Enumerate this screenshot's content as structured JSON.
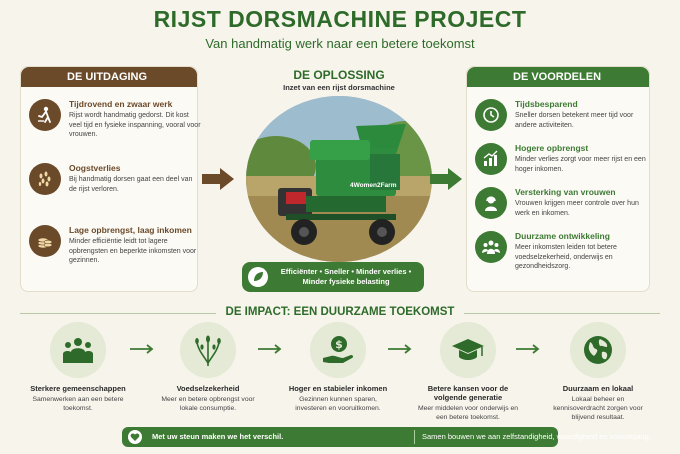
{
  "header": {
    "title": "RIJST DORSMACHINE PROJECT",
    "subtitle": "Van handmatig werk naar een betere toekomst"
  },
  "challenge": {
    "heading": "DE UITDAGING",
    "items": [
      {
        "icon": "farmer-icon",
        "title": "Tijdrovend en zwaar werk",
        "desc": "Rijst wordt handmatig gedorst. Dit kost veel tijd en fysieke inspanning, vooral voor vrouwen."
      },
      {
        "icon": "grain-icon",
        "title": "Oogstverlies",
        "desc": "Bij handmatig dorsen gaat een deel van de rijst verloren."
      },
      {
        "icon": "coins-icon",
        "title": "Lage opbrengst, laag inkomen",
        "desc": "Minder efficiëntie leidt tot lagere opbrengsten en beperkte inkomsten voor gezinnen."
      }
    ]
  },
  "solution": {
    "heading": "DE OPLOSSING",
    "subheading": "Inzet van een rijst dorsmachine",
    "machine_label": "4Women2Farm",
    "benefit_line_1": "Efficiënter • Sneller • Minder verlies •",
    "benefit_line_2": "Minder fysieke belasting"
  },
  "benefits": {
    "heading": "DE VOORDELEN",
    "items": [
      {
        "icon": "clock-icon",
        "title": "Tijdsbesparend",
        "desc": "Sneller dorsen betekent meer tijd voor andere activiteiten."
      },
      {
        "icon": "growth-chart-icon",
        "title": "Hogere opbrengst",
        "desc": "Minder verlies zorgt voor meer rijst en een hoger inkomen."
      },
      {
        "icon": "woman-icon",
        "title": "Versterking van vrouwen",
        "desc": "Vrouwen krijgen meer controle over hun werk en inkomen."
      },
      {
        "icon": "community-icon",
        "title": "Duurzame ontwikkeling",
        "desc": "Meer inkomsten leiden tot betere voedselzekerheid, onderwijs en gezondheidszorg."
      }
    ]
  },
  "impact": {
    "heading": "DE IMPACT: EEN DUURZAME TOEKOMST",
    "items": [
      {
        "icon": "people-icon",
        "title": "Sterkere gemeenschappen",
        "desc": "Samenwerken aan een betere toekomst."
      },
      {
        "icon": "rice-plant-icon",
        "title": "Voedselzekerheid",
        "desc": "Meer en betere opbrengst voor lokale consumptie."
      },
      {
        "icon": "money-hand-icon",
        "title": "Hoger en stabieler inkomen",
        "desc": "Gezinnen kunnen sparen, investeren en vooruitkomen."
      },
      {
        "icon": "graduation-cap-icon",
        "title": "Betere kansen voor de volgende generatie",
        "desc": "Meer middelen voor onderwijs en een betere toekomst."
      },
      {
        "icon": "globe-icon",
        "title": "Duurzaam en lokaal",
        "desc": "Lokaal beheer en kennisoverdracht zorgen voor blijvend resultaat."
      }
    ]
  },
  "footer": {
    "bold_text": "Met uw steun maken we het verschil.",
    "text": "Samen bouwen we aan zelfstandigheid, waardigheid en vooruitgang."
  },
  "colors": {
    "green": "#3d7a33",
    "brown": "#6b4a2a",
    "background": "#f7f4ec"
  }
}
